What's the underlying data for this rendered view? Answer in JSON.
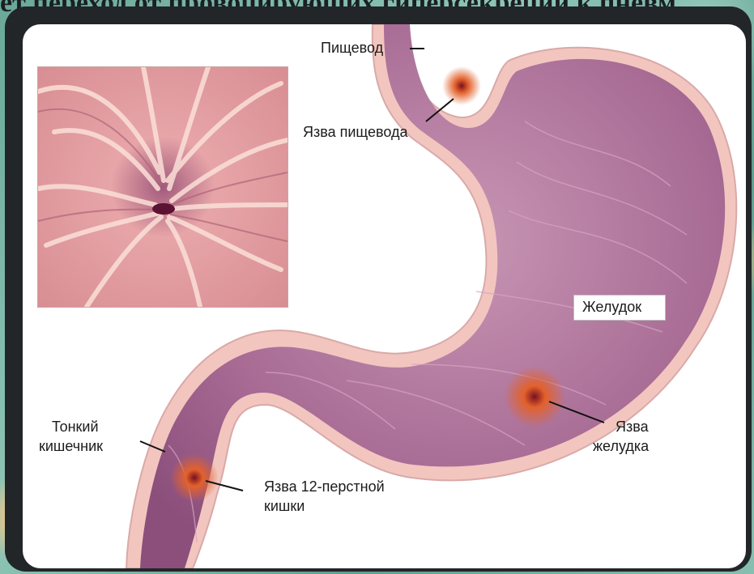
{
  "slide": {
    "title": "ет переход от провоцирующих гиперсекреции к пневм"
  },
  "labels": {
    "esophagus": "Пищевод",
    "esophageal_ulcer": "Язва пищевода",
    "stomach": "Желудок",
    "small_intestine_line1": "Тонкий",
    "small_intestine_line2": "кишечник",
    "gastric_ulcer_line1": "Язва",
    "gastric_ulcer_line2": "желудка",
    "duodenal_ulcer_line1": "Язва 12-перстной",
    "duodenal_ulcer_line2": "кишки"
  },
  "colors": {
    "background": "#7fb8a8",
    "frame": "#222629",
    "organ_fill": "#b07aa0",
    "organ_wall": "#f2c6bf",
    "ulcer": "#e0582a"
  },
  "icons": {
    "inset": "mucosa-closeup-illustration",
    "organ": "stomach-illustration"
  }
}
